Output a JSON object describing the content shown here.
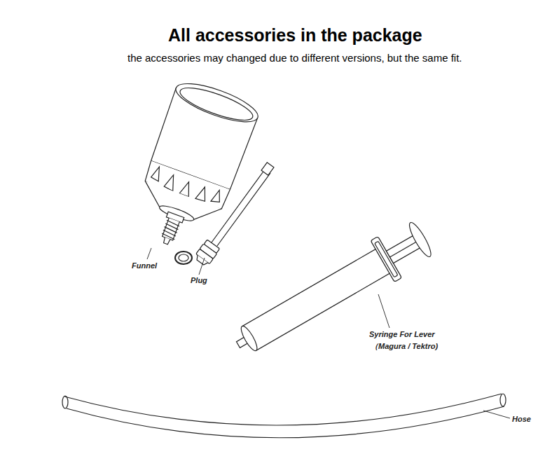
{
  "diagram": {
    "title": "All accessories in the package",
    "labels": [
      "the accessories may changed due to different versions, but the same fit.",
      "Funnel",
      "Plug",
      "Syringe For Lever",
      "（Magura / Tektro)",
      "Hose"
    ]
  }
}
